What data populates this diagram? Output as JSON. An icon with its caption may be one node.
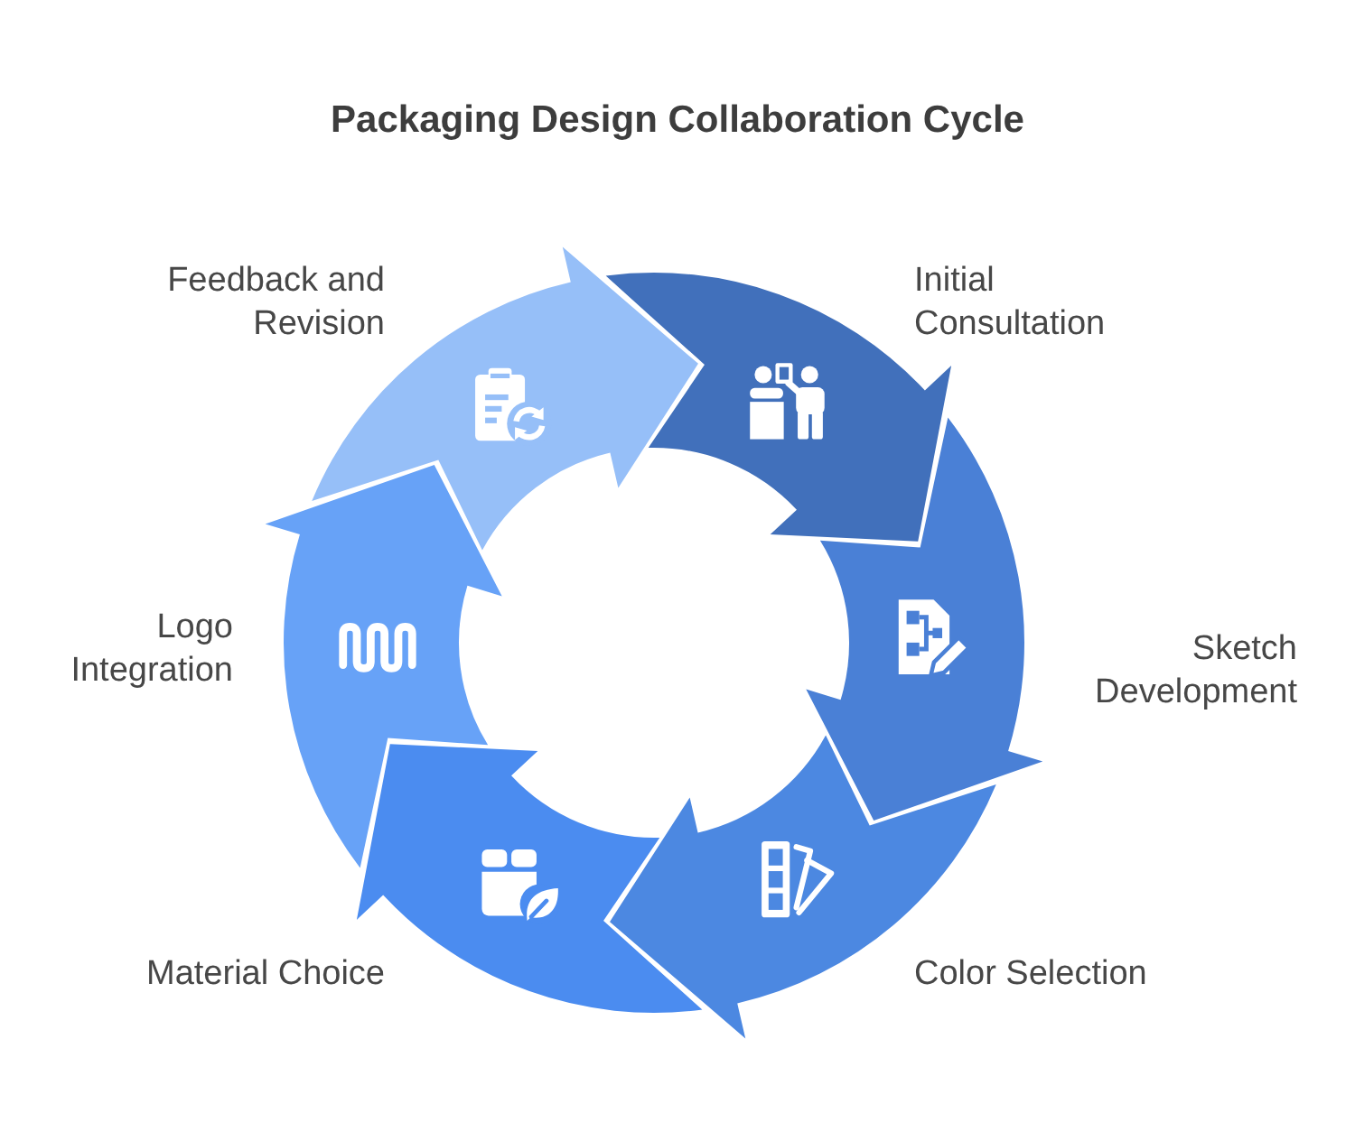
{
  "diagram": {
    "title": "Packaging Design Collaboration Cycle",
    "nodes": [
      {
        "text": [],
        "shape": "arrow",
        "beside": [
          "Initial Consultation"
        ]
      },
      {
        "text": [],
        "shape": "arrow",
        "beside": [
          "Sketch Development"
        ]
      },
      {
        "text": [],
        "shape": "arrow",
        "beside": [
          "Color Selection"
        ]
      },
      {
        "text": [],
        "shape": "arrow",
        "beside": [
          "Material Choice"
        ]
      },
      {
        "text": [],
        "shape": "arrow",
        "beside": [
          "Logo Integration"
        ]
      },
      {
        "text": [],
        "shape": "arrow",
        "beside": [
          "Feedback and Revision"
        ]
      }
    ]
  }
}
